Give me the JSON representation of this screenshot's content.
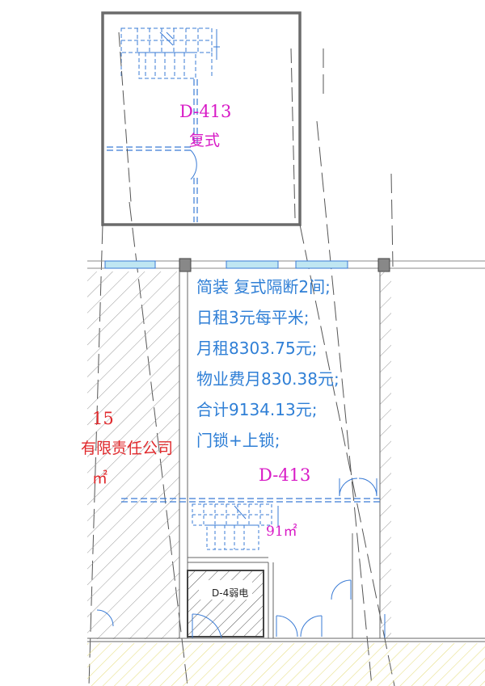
{
  "detail_view": {
    "unit_code": "D-413",
    "unit_type": "复式"
  },
  "unit": {
    "code": "D-413",
    "area": "91㎡"
  },
  "spec_lines": [
    "简装 复式隔断2间;",
    "日租3元每平米;",
    "月租8303.75元;",
    "物业费月830.38元;",
    "合计9134.13元;",
    "门锁+上锁;"
  ],
  "room_label": "D-4弱电",
  "neighbor_unit": {
    "code": "15",
    "company_fragment": "有限责任公司",
    "area_fragment": "㎡"
  },
  "colors": {
    "unit_label": "#d81ac6",
    "spec_text": "#2f7fd6",
    "neighbor_text": "#e0282b",
    "detail_frame": "#6b6b6b",
    "plan_lines": "#3a7bd5",
    "corridor_hatch": "#e8e08a"
  }
}
